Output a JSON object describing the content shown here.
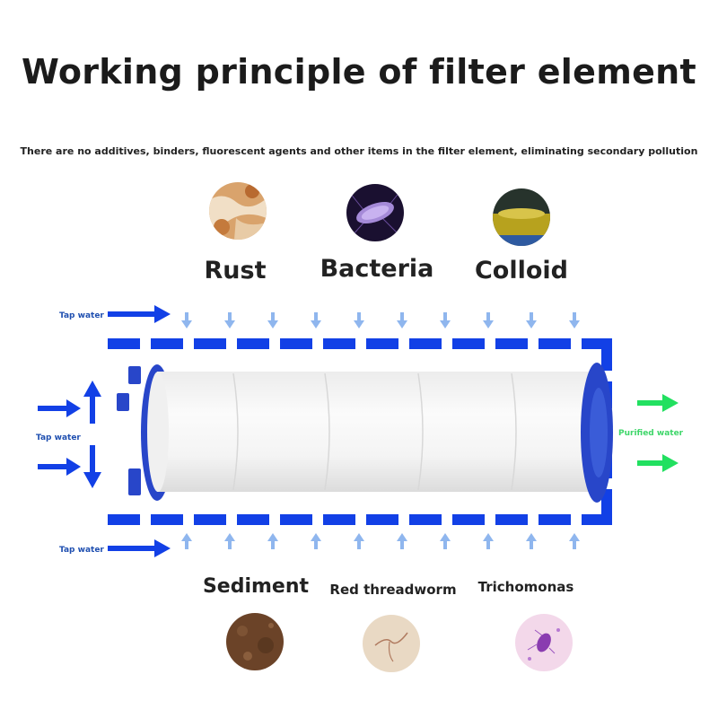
{
  "title": "Working principle of filter element",
  "subtitle": "There are no additives, binders, fluorescent agents and other items in the filter element, eliminating secondary pollution",
  "top_contaminants": [
    {
      "label": "Rust",
      "icon": "rust-icon"
    },
    {
      "label": "Bacteria",
      "icon": "bacteria-icon"
    },
    {
      "label": "Colloid",
      "icon": "colloid-icon"
    }
  ],
  "bottom_contaminants": [
    {
      "label": "Sediment",
      "icon": "sediment-icon"
    },
    {
      "label": "Red threadworm",
      "icon": "red-threadworm-icon"
    },
    {
      "label": "Trichomonas",
      "icon": "trichomonas-icon"
    }
  ],
  "flow": {
    "tap_water_top": "Tap water",
    "tap_water_left": "Tap water",
    "tap_water_bottom": "Tap water",
    "purified_water": "Purified water"
  },
  "colors": {
    "flow_blue": "#1240e6",
    "light_blue_arrow": "#8fb6ee",
    "purified_green": "#22e060",
    "cap_blue": "#2846c9"
  }
}
